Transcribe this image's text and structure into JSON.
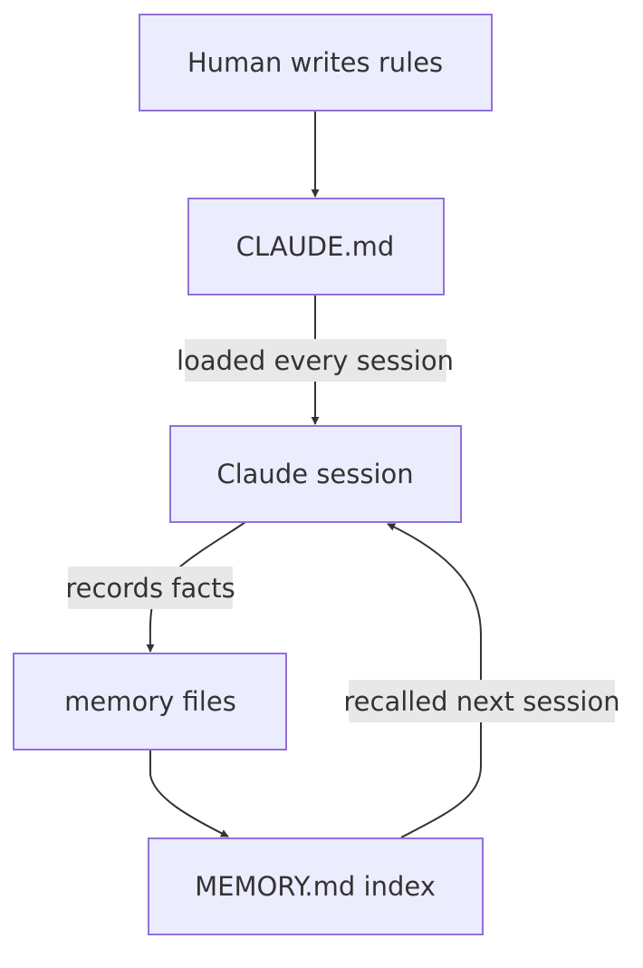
{
  "nodes": {
    "human": "Human writes rules",
    "claude_md": "CLAUDE.md",
    "session": "Claude session",
    "memory_files": "memory files",
    "memory_index": "MEMORY.md index"
  },
  "edges": {
    "loaded": "loaded every session",
    "records": "records facts",
    "recalled": "recalled next session"
  },
  "colors": {
    "node_fill": "#ececff",
    "node_stroke": "#9370db",
    "edge": "#333333",
    "label_bg": "#e8e8e8"
  }
}
